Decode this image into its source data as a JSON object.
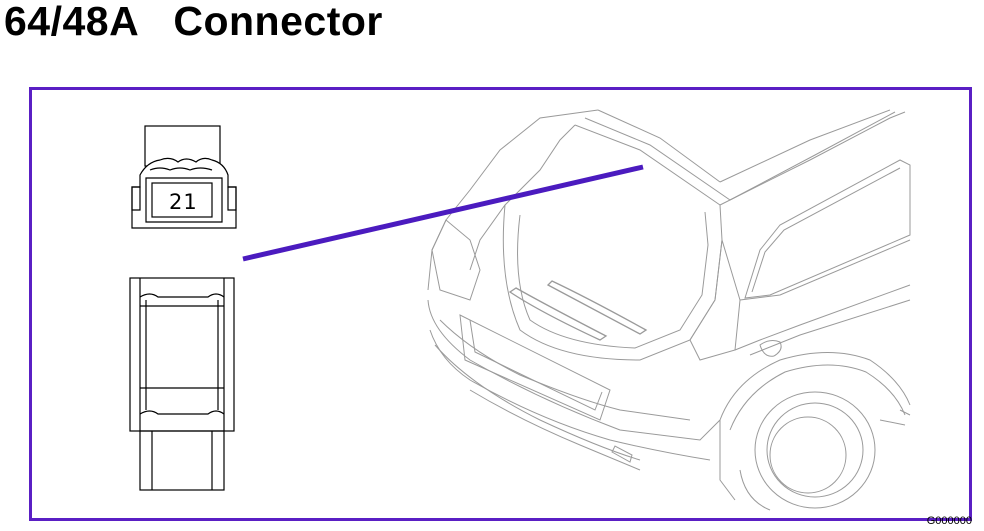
{
  "title": "64/48A   Connector",
  "connector": {
    "pin_count_label": "21"
  },
  "figure_code": "G000000",
  "colors": {
    "frame": "#5a1fc4",
    "leader_line": "#4b1bbf",
    "car_lines": "#999999",
    "connector_lines": "#000000"
  },
  "icons": {
    "connector_front": "connector-front-view-icon",
    "connector_side": "connector-side-view-icon",
    "vehicle": "car-rear-illustration"
  }
}
